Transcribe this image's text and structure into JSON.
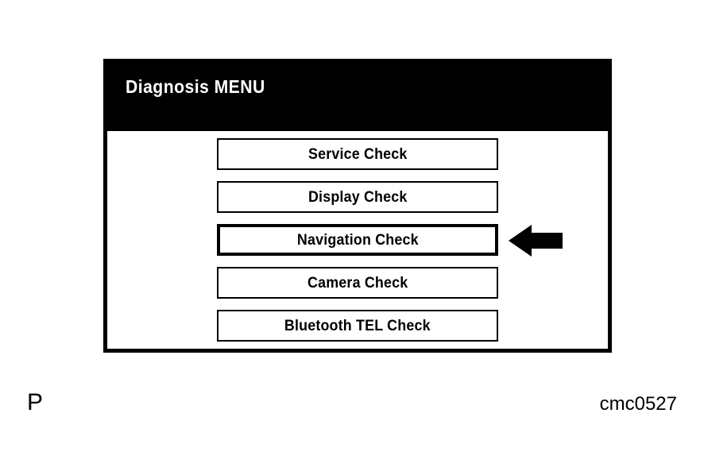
{
  "figure": {
    "letter": "P",
    "code": "cmc0527"
  },
  "screen": {
    "title": "Diagnosis MENU",
    "header_bg": "#000000",
    "header_text_color": "#ffffff",
    "body_bg": "#ffffff",
    "frame_color": "#000000"
  },
  "menu": {
    "items": [
      {
        "label": "Service Check",
        "selected": false
      },
      {
        "label": "Display Check",
        "selected": false
      },
      {
        "label": "Navigation Check",
        "selected": true
      },
      {
        "label": "Camera Check",
        "selected": false
      },
      {
        "label": "Bluetooth TEL Check",
        "selected": false
      }
    ]
  },
  "callout": {
    "icon": "arrow-left-icon",
    "points_to": "Navigation Check",
    "color": "#000000"
  }
}
